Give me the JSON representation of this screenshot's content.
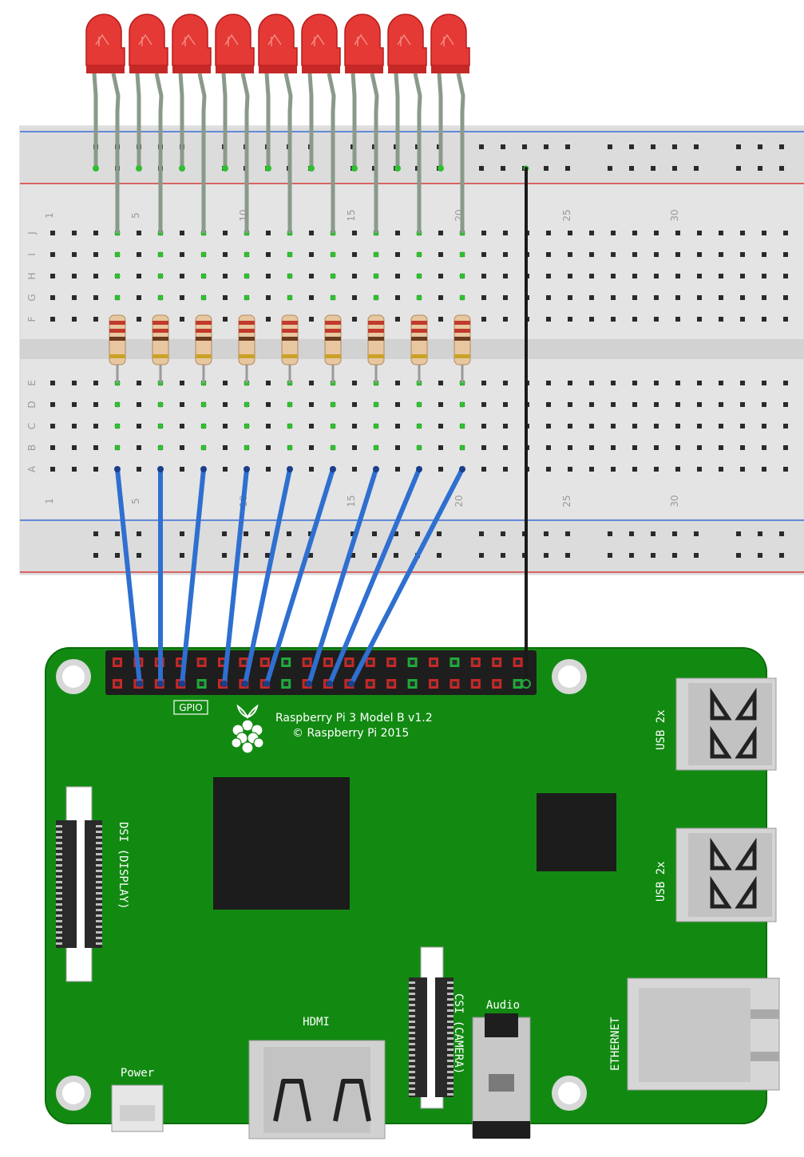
{
  "breadboard": {
    "column_labels": [
      "1",
      "5",
      "10",
      "15",
      "20",
      "25",
      "30"
    ],
    "row_labels_top": [
      "J",
      "I",
      "H",
      "G",
      "F"
    ],
    "row_labels_bottom": [
      "E",
      "D",
      "C",
      "B",
      "A"
    ]
  },
  "components": {
    "led_count": 9,
    "led_color": "#e53935",
    "resistor_count": 9
  },
  "wires": {
    "signal_color": "#2f6fd0",
    "ground_color": "#1a1a1a",
    "signal_count": 9
  },
  "board": {
    "title": "Raspberry Pi 3 Model B v1.2",
    "copyright": "© Raspberry Pi 2015",
    "gpio_label": "GPIO",
    "dsi_label": "DSI (DISPLAY)",
    "csi_label": "CSI (CAMERA)",
    "usb_top_label": "USB 2x",
    "usb_bottom_label": "USB 2x",
    "ethernet_label": "ETHERNET",
    "hdmi_label": "HDMI",
    "audio_label": "Audio",
    "power_label": "Power",
    "pcb_color": "#128a12"
  }
}
